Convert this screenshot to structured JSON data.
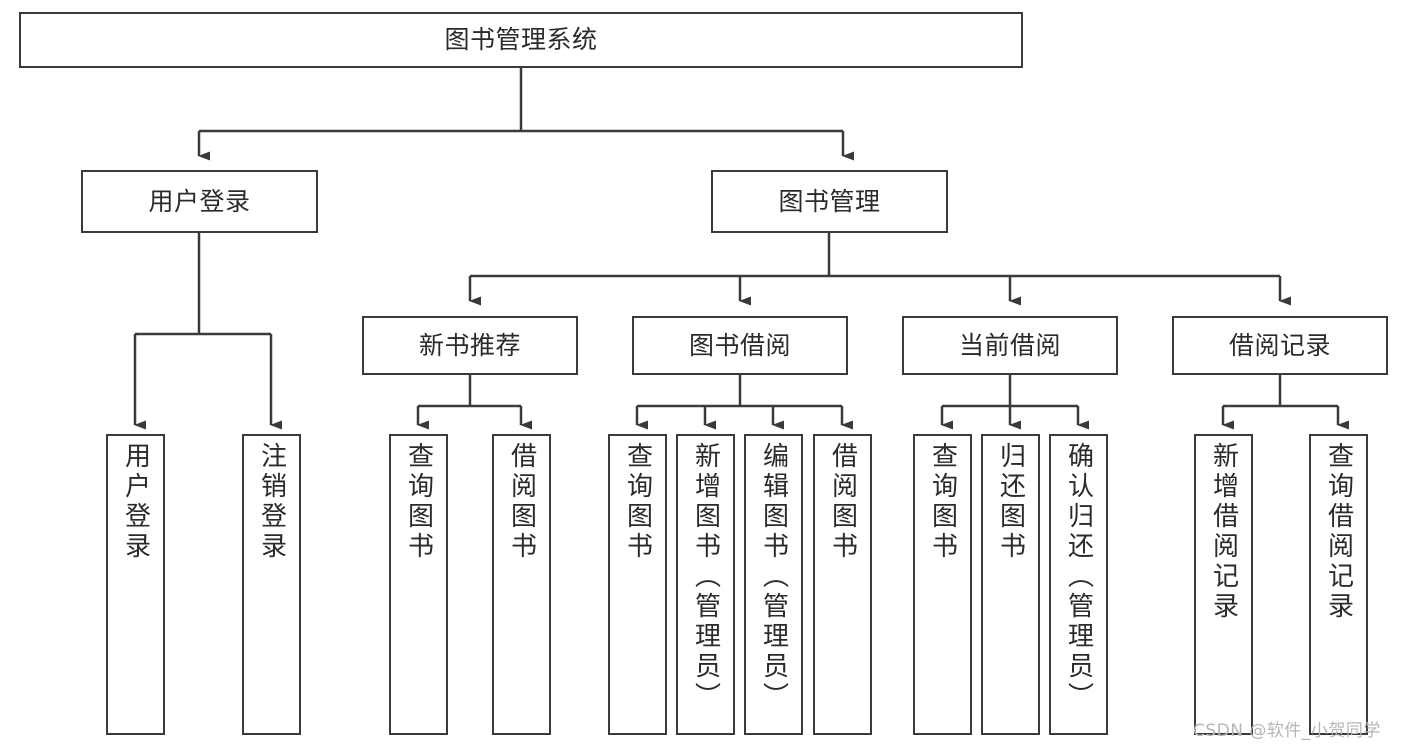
{
  "diagram": {
    "title": "图书管理系统",
    "type": "hierarchy-tree",
    "levels": 4,
    "root": {
      "label": "图书管理系统"
    },
    "level2": [
      {
        "label": "用户登录"
      },
      {
        "label": "图书管理"
      }
    ],
    "level3": [
      {
        "label": "新书推荐"
      },
      {
        "label": "图书借阅"
      },
      {
        "label": "当前借阅"
      },
      {
        "label": "借阅记录"
      }
    ],
    "leaves_user_login": [
      {
        "label": "用户登录"
      },
      {
        "label": "注销登录"
      }
    ],
    "leaves_new_book": [
      {
        "label": "查询图书"
      },
      {
        "label": "借阅图书"
      }
    ],
    "leaves_borrow": [
      {
        "label": "查询图书"
      },
      {
        "label": "新增图书（管理员）"
      },
      {
        "label": "编辑图书（管理员）"
      },
      {
        "label": "借阅图书"
      }
    ],
    "leaves_current": [
      {
        "label": "查询图书"
      },
      {
        "label": "归还图书"
      },
      {
        "label": "确认归还（管理员）"
      }
    ],
    "leaves_records": [
      {
        "label": "新增借阅记录"
      },
      {
        "label": "查询借阅记录"
      }
    ]
  },
  "watermark": {
    "text": "CSDN @软件_小贺同学"
  },
  "colors": {
    "box_border": "#3a3a3a",
    "box_fill": "#ffffff",
    "line": "#3a3a3a",
    "text": "#2b2b2b",
    "watermark": "#b6b6b6",
    "background": "#ffffff"
  }
}
